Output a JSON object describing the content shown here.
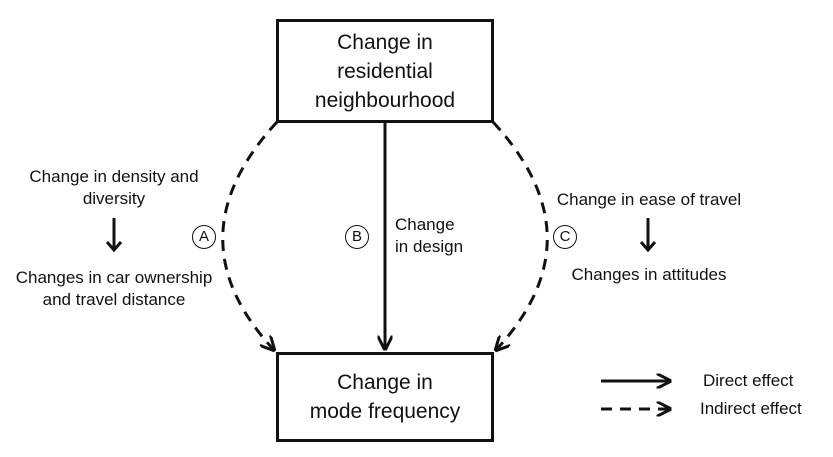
{
  "boxes": {
    "top": [
      "Change in",
      "residential",
      "neighbourhood"
    ],
    "bottom": [
      "Change in",
      "mode frequency"
    ]
  },
  "path_a": {
    "marker": "A",
    "cause": [
      "Change in density and",
      "diversity"
    ],
    "effect": [
      "Changes in car ownership",
      "and travel distance"
    ]
  },
  "path_b": {
    "marker": "B",
    "label": [
      "Change",
      "in design"
    ]
  },
  "path_c": {
    "marker": "C",
    "cause": "Change in ease of travel",
    "effect": "Changes in attitudes"
  },
  "legend": {
    "direct": "Direct effect",
    "indirect": "Indirect effect"
  }
}
